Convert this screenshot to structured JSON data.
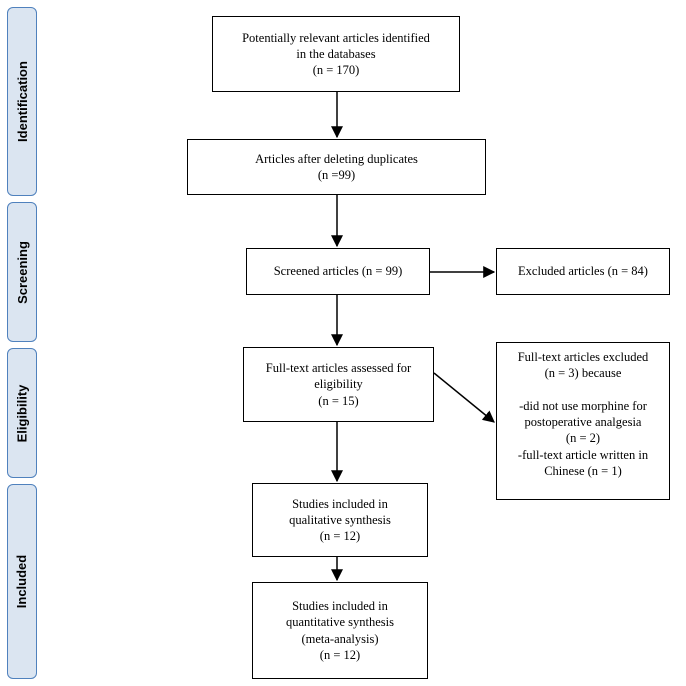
{
  "stages": [
    {
      "id": "identification",
      "label": "Identification"
    },
    {
      "id": "screening",
      "label": "Screening"
    },
    {
      "id": "eligibility",
      "label": "Eligibility"
    },
    {
      "id": "included",
      "label": "Included"
    }
  ],
  "boxes": {
    "identified": [
      "Potentially relevant articles identified",
      "in the databases",
      "(n = 170)"
    ],
    "deduplicated": [
      "Articles after deleting duplicates",
      "(n =99)"
    ],
    "screened": [
      "Screened articles (n = 99)"
    ],
    "excluded": [
      "Excluded articles (n = 84)"
    ],
    "fulltext": [
      "Full-text articles assessed for",
      "eligibility",
      "(n = 15)"
    ],
    "fulltext_excluded": [
      "Full-text articles excluded",
      "(n = 3) because",
      "",
      "-did not use morphine for",
      "postoperative analgesia",
      "(n = 2)",
      "-full-text article written in",
      "Chinese (n = 1)"
    ],
    "qualitative": [
      "Studies included in",
      "qualitative synthesis",
      "(n = 12)"
    ],
    "quantitative": [
      "Studies included in",
      "quantitative synthesis",
      "(meta-analysis)",
      "(n = 12)"
    ]
  },
  "colors": {
    "stage_fill": "#dbe5f1",
    "stage_border": "#4f81bd",
    "box_border": "#000000",
    "arrow": "#000000"
  }
}
